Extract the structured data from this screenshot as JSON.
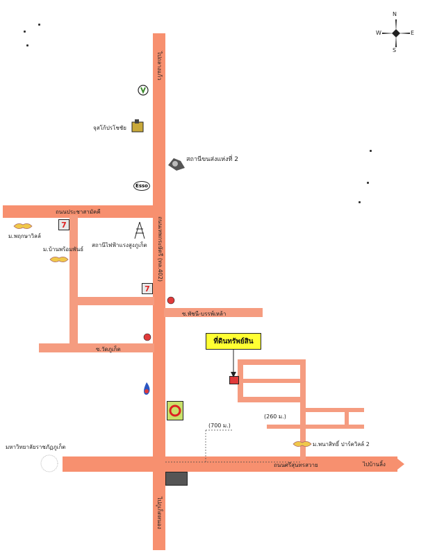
{
  "compass": {
    "n": "N",
    "s": "S",
    "e": "E",
    "w": "W"
  },
  "labels": {
    "top_road": "ไปถลางแก้ว",
    "bottom_road": "ไปภูเก็ตหนอง",
    "main_road": "ถนนเทพกระษัตรี (ทล.402)",
    "prachanukhro": "ถนนประชาสามัคคี",
    "phruek_village": "ม.พฤกษาวิลล์",
    "baan_prakphan": "ม.บ้านพร้อมพันธ์",
    "electricity": "สถานีไฟฟ้าแรงสูงภูเก็ต",
    "jusco": "จุสโก้ปรโชชัย",
    "police": "สถานีขนส่งแห่งที่ 2",
    "esso": "Esso",
    "seven_1": "7",
    "seven_2": "7",
    "soi_1": "ซ.พัชนี-บรรพ์เหล้า",
    "soi_2": "ซ.วัดภูเก็ต",
    "land_site": "ที่ดินทรัพย์สิน",
    "distance_700": "(700 ม.)",
    "distance_260": "(260 ม.)",
    "university": "มหาวิทยาลัยราชภัฏภูเก็ต",
    "panasit_park": "ม.พนาสิทธิ์ ปาร์ควิลล์ 2",
    "srisoonthorn_road": "ถนนศรีสุนทรสวาย",
    "to_baan_ko": "ไปบ้านลิ้ง"
  },
  "colors": {
    "road": "#f7906f",
    "highlight": "#ffff33",
    "marker": "#e03a3a"
  }
}
